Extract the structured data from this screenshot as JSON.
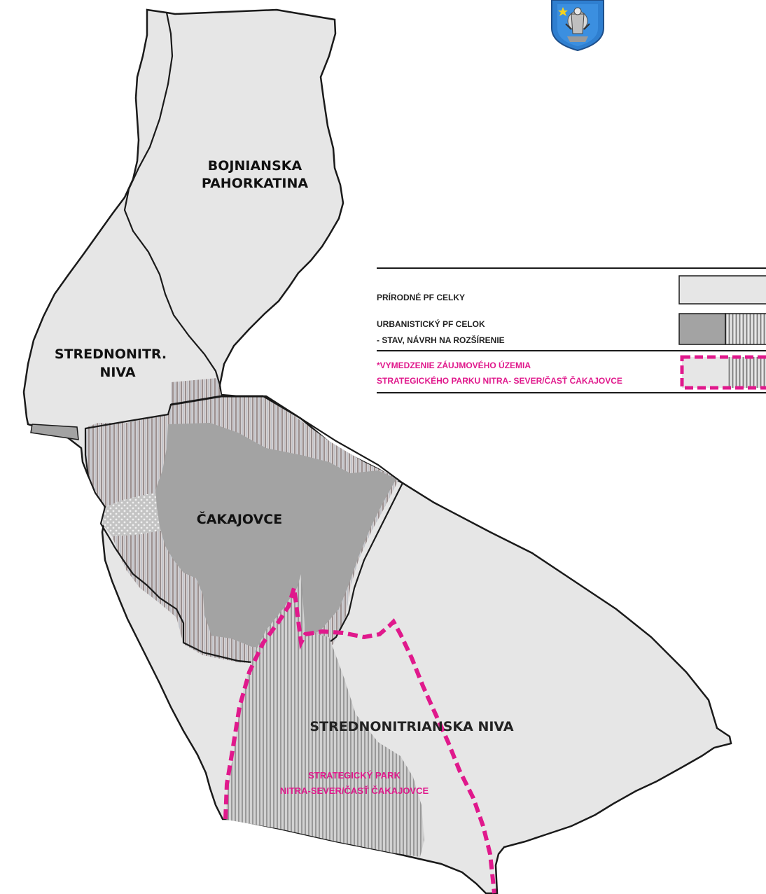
{
  "map": {
    "regions": {
      "bojnianska": "BOJNIANSKA",
      "pahorkatina": "PAHORKATINA",
      "strednonitr": "STREDNONITR.",
      "niva": "NIVA",
      "cakajovce": "ČAKAJOVCE",
      "strednonitrianska": "STREDNONITRIANSKA NIVA"
    },
    "park_label": {
      "line1": "STRATEGICKÝ PARK",
      "line2": "NITRA-SEVER/ČASŤ ČAKAJOVCE"
    },
    "emblem_icon": "coat-of-arms-icon"
  },
  "legend": {
    "natural": "PRÍRODNÉ PF CELKY",
    "urban_line1": "URBANISTICKÝ PF CELOK",
    "urban_line2": "- STAV, NÁVRH NA ROZŠÍRENIE",
    "zone_line1": "*VYMEDZENIE ZÁUJMOVÉHO ÚZEMIA",
    "zone_line2": "STRATEGICKÉHO PARKU NITRA- SEVER/ČASŤ ČAKAJOVCE"
  },
  "colors": {
    "natural_fill": "#e6e6e6",
    "urban_fill": "#a3a3a3",
    "boundary": "#1a1a1a",
    "zone_dash": "#e0198c",
    "hatch": "#8a8a8a"
  }
}
